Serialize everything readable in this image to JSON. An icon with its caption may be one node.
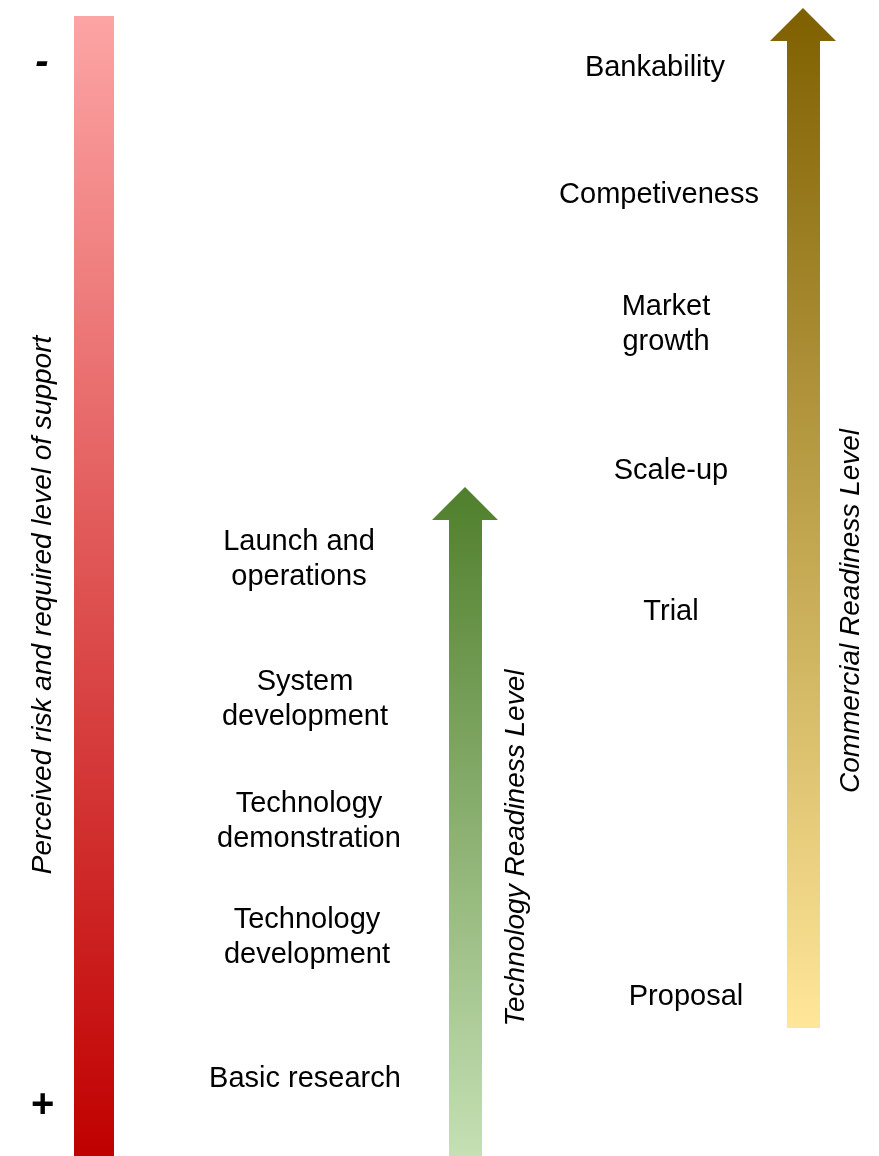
{
  "diagram": {
    "nodes": [
      {
        "text": [],
        "shape": "bar"
      }
    ],
    "labels": [
      "-",
      "Bankability",
      "Competiveness",
      "Perceived risk and required level of support",
      "Market growth",
      "Scale-up",
      "Launch and operations",
      "Trial",
      "System development",
      "Technology Readiness Level",
      "Commercial Readiness Level",
      "Technology demonstration",
      "Technology development",
      "Proposal",
      "Basic research",
      "+"
    ]
  }
}
